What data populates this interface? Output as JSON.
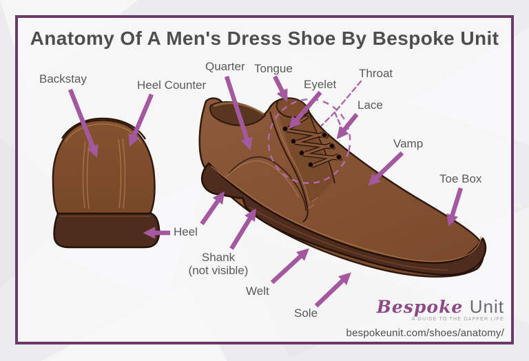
{
  "title": "Anatomy Of A Men's Dress Shoe By Bespoke Unit",
  "diagram": {
    "subject": "men's dress shoe (derby), side view and heel view",
    "parts": {
      "backstay": "Backstay",
      "heel_counter": "Heel Counter",
      "quarter": "Quarter",
      "tongue": "Tongue",
      "eyelet": "Eyelet",
      "throat": "Throat",
      "lace": "Lace",
      "vamp": "Vamp",
      "toe_box": "Toe Box",
      "heel": "Heel",
      "shank_line1": "Shank",
      "shank_line2": "(not visible)",
      "welt": "Welt",
      "sole": "Sole"
    },
    "icons": {
      "pointer_arrow": "solid purple arrow",
      "throat_pointer": "dashed purple forked line",
      "lacing_highlight": "dashed purple ellipse around lacing area"
    }
  },
  "branding": {
    "logo_script": "Bespoke",
    "logo_plain": "Unit",
    "tagline": "A GUIDE TO THE DAPPER LIFE",
    "url": "bespokeunit.com/shoes/anatomy/"
  },
  "colors": {
    "arrow_purple": "#a4589f",
    "dashed_purple": "#b168ac",
    "frame_purple": "#6d3968",
    "upper_brown": "#85522f",
    "sole_brown": "#4e2d1f",
    "stitch_tan": "#b07a4e",
    "text_gray": "#58595b",
    "background_gray": "#ececee"
  }
}
